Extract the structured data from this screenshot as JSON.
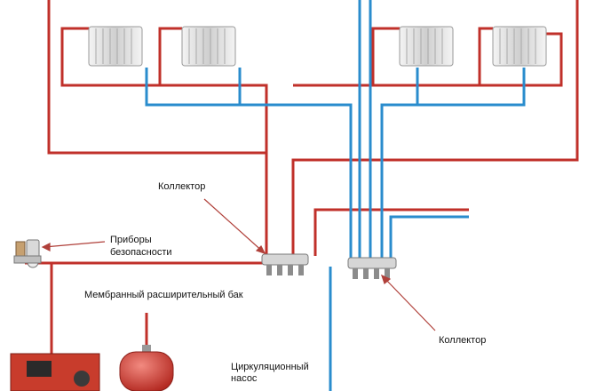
{
  "labels": {
    "collector_left": "Коллектор",
    "safety_line1": "Приборы",
    "safety_line2": "безопасности",
    "expansion_tank": "Мембранный расширительный бак",
    "collector_right": "Коллектор",
    "pump_line1": "Циркуляционный",
    "pump_line2": "насос"
  },
  "colors": {
    "supply": "#c0302a",
    "return": "#2a8ccd",
    "pointer": "#b0403a",
    "radiator": "#d8d8d8",
    "boiler": "#c83c2c",
    "tank": "#d8463c"
  }
}
